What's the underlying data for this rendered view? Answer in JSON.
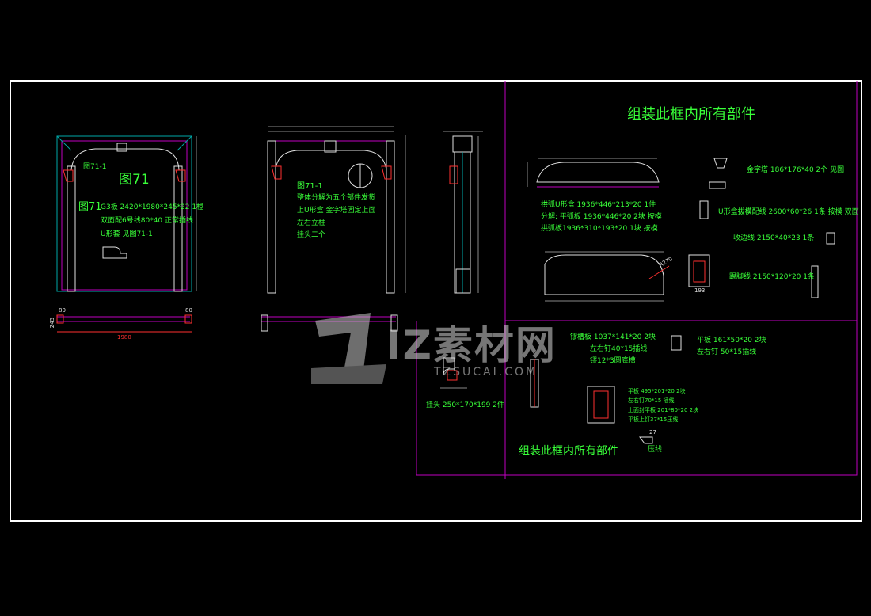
{
  "labels": {
    "fig71_tag": "图71-1",
    "fig71_big": "图71",
    "fig71_small": "图71",
    "fig71_desc1": "G3板  2420*1980*245*22 1樘",
    "fig71_desc2": "双面配6号线80*40 正常插线",
    "fig71_desc3": "U形套 见图71-1",
    "dim_80_left": "80",
    "dim_80_right": "80",
    "dim_245": "245",
    "dim_1980": "1980",
    "fig711_title": "图71-1",
    "fig711_line1": "整体分解为五个部件发货",
    "fig711_line2": "上U形盒 金字塔固定上面",
    "fig711_line3": "左右立柱",
    "fig711_line4": "挂头二个",
    "assemble_top": "组装此框内所有部件",
    "arch_u_box": "拱弧U形盒  1936*446*213*20 1件",
    "split_flat": "分解: 平弧板 1936*446*20 2块 按模",
    "split_arch": "拱弧板1936*310*193*20 1块 按模",
    "pyramid": "金字塔 186*176*40 2个 见图",
    "u_box_line": "U形盒拔模配线 2600*60*26 1条 按模  双面",
    "edge_line": "收边线  2150*40*23 1条",
    "kick_line": "踢脚线  2150*120*20 1条",
    "r270": "R270",
    "dim_193": "193",
    "grooved_board": "镠槽板 1037*141*20 2块",
    "nails_left_right": "左右钉40*15插线",
    "groove": "镠12*3圆底槽",
    "flat_board": "平板 161*50*20 2块",
    "nails_50": "左右钉 50*15插线",
    "hanging_head": "挂头 250*170*199 2件",
    "flat_small1": "平板 495*201*20 2块",
    "flat_small2": "左右钉70*15 插线",
    "flat_small3": "上面封平板 201*80*20 2块",
    "flat_small4": "平板上钉37*15压线",
    "press_line": "压线",
    "dim_27": "27",
    "assemble_bottom": "组装此框内所有部件"
  },
  "watermark": {
    "brand": "IZ素材网",
    "url": "TZSUCAI.COM"
  },
  "colors": {
    "background": "#000000",
    "frame": "#ffffff",
    "magenta": "#d000d0",
    "cyan": "#00c8c8",
    "green_text": "#39ff39",
    "red": "#ff3030",
    "white_lines": "#e0e0e0",
    "dim_lines": "#909090"
  }
}
